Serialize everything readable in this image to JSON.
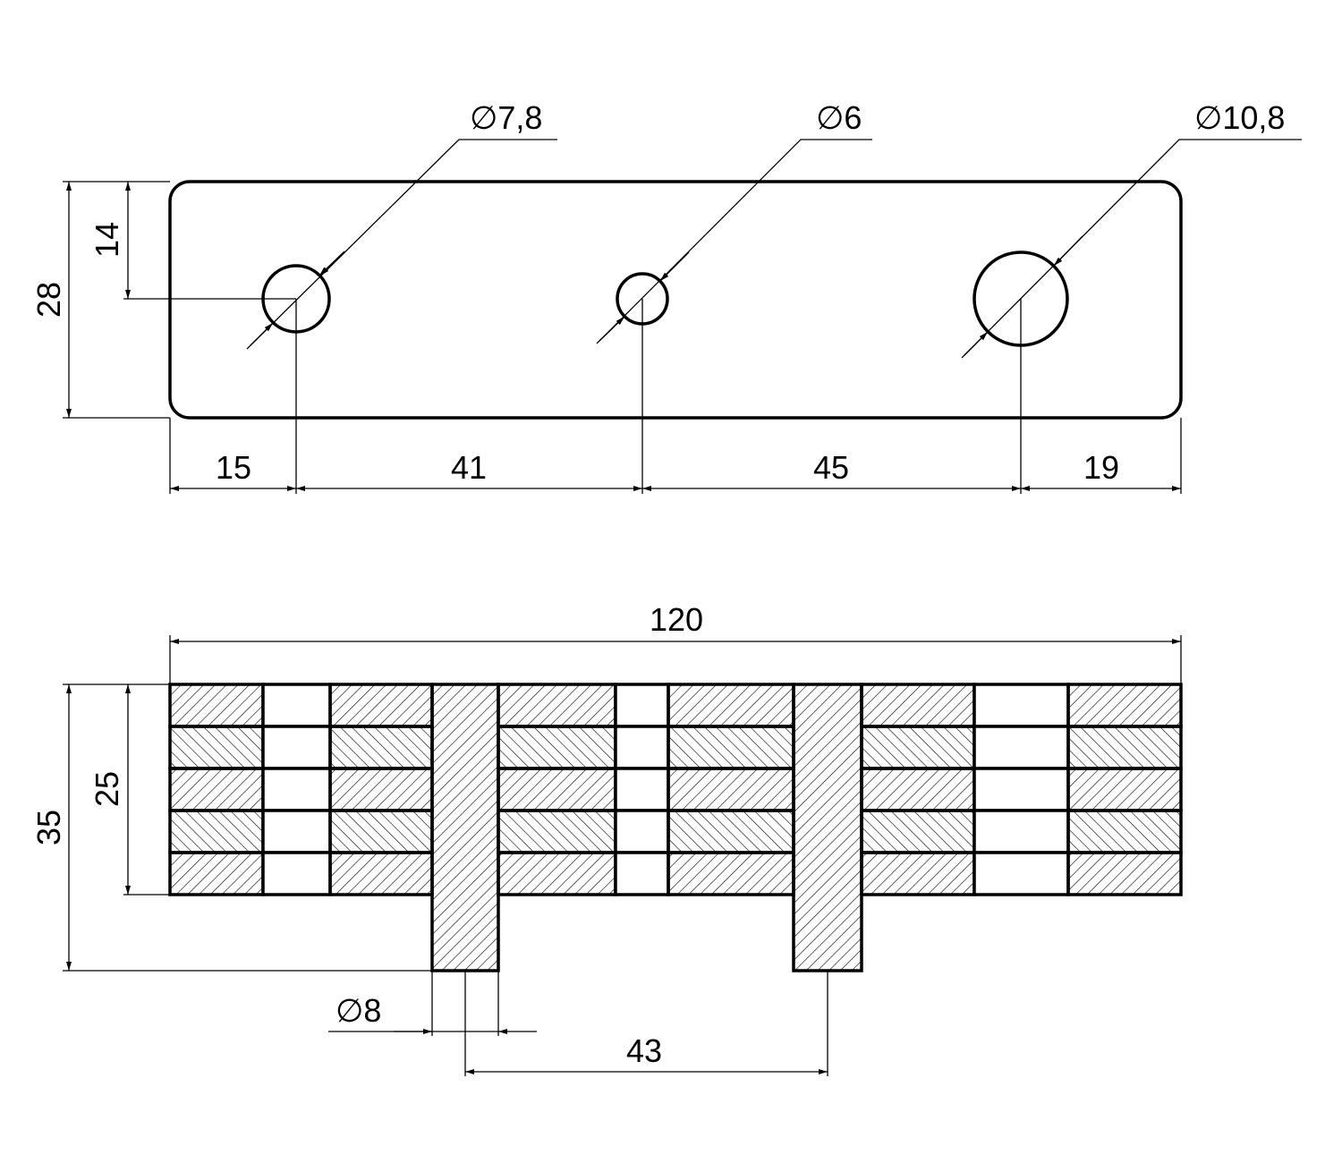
{
  "top_view": {
    "holes": [
      {
        "label": "∅7,8",
        "diameter": 7.8
      },
      {
        "label": "∅6",
        "diameter": 6
      },
      {
        "label": "∅10,8",
        "diameter": 10.8
      }
    ],
    "dimensions": {
      "height": "28",
      "hole_center_height": "14",
      "offset_1": "15",
      "offset_2": "41",
      "offset_3": "45",
      "offset_4": "19"
    }
  },
  "section_view": {
    "dimensions": {
      "length": "120",
      "total_height": "35",
      "body_height": "25",
      "pin_diameter": "∅8",
      "pin_spacing": "43"
    }
  }
}
